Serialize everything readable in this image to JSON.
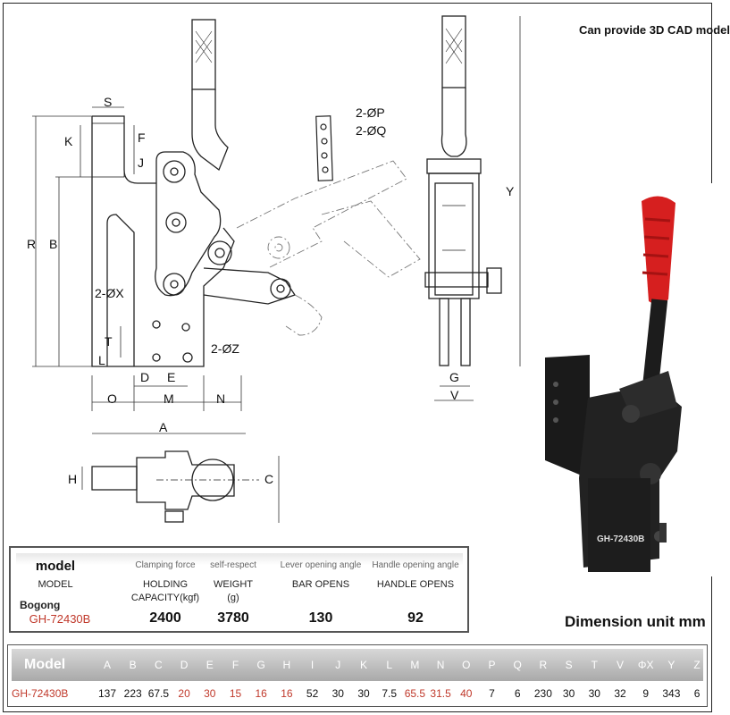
{
  "cad_note": "Can provide 3D CAD model",
  "unit_note": "Dimension unit mm",
  "photo_model_tag": "GH-72430B",
  "drawing_labels": {
    "S": "S",
    "K": "K",
    "F": "F",
    "J": "J",
    "R": "R",
    "B": "B",
    "P": "2-ØP",
    "Q": "2-ØQ",
    "X": "2-ØX",
    "Z": "2-ØZ",
    "T": "T",
    "L": "L",
    "D": "D",
    "E": "E",
    "O": "O",
    "M": "M",
    "N": "N",
    "Y": "Y",
    "G": "G",
    "V": "V",
    "A": "A",
    "H": "H",
    "C": "C"
  },
  "spec_table": {
    "col1_top": "model",
    "col1_mid": "MODEL",
    "col2_top": "Clamping force",
    "col2_mid1": "HOLDING",
    "col2_mid2": "CAPACITY(kgf)",
    "col3_top": "self-respect",
    "col3_mid1": "WEIGHT",
    "col3_mid2": "(g)",
    "col4_top": "Lever opening angle",
    "col4_mid": "BAR OPENS",
    "col5_top": "Handle opening angle",
    "col5_mid": "HANDLE OPENS",
    "brand": "Bogong",
    "model": "GH-72430B",
    "holding": "2400",
    "weight": "3780",
    "bar_opens": "130",
    "handle_opens": "92"
  },
  "dims_table": {
    "header_label": "Model",
    "model": "GH-72430B",
    "columns": [
      "A",
      "B",
      "C",
      "D",
      "E",
      "F",
      "G",
      "H",
      "I",
      "J",
      "K",
      "L",
      "M",
      "N",
      "O",
      "P",
      "Q",
      "R",
      "S",
      "T",
      "V",
      "ΦX",
      "Y",
      "Z"
    ],
    "values": [
      "137",
      "223",
      "67.5",
      "20",
      "30",
      "15",
      "16",
      "16",
      "52",
      "30",
      "30",
      "7.5",
      "65.5",
      "31.5",
      "40",
      "7",
      "6",
      "230",
      "30",
      "30",
      "32",
      "9",
      "343",
      "6"
    ]
  },
  "colors": {
    "red_values": "#c0392b",
    "header_band": "#a9a9a9"
  }
}
